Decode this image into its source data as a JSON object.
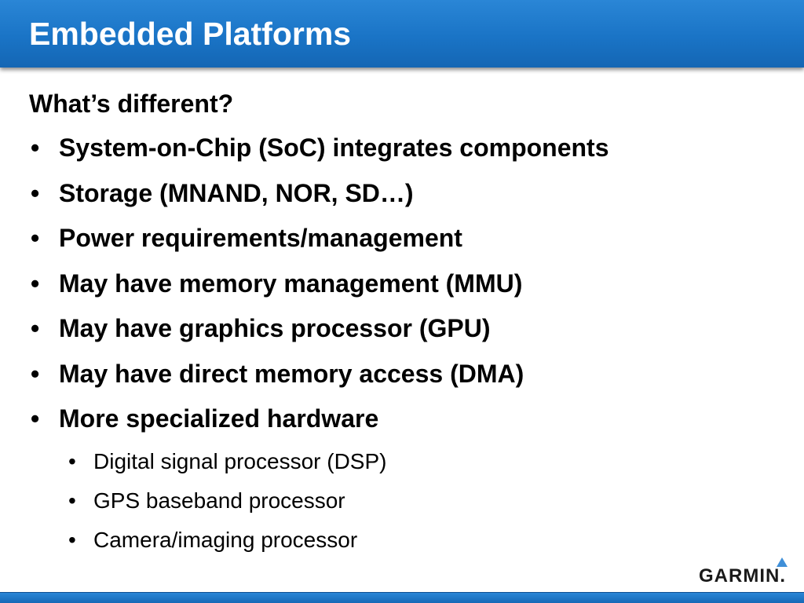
{
  "slide": {
    "title": "Embedded Platforms",
    "subtitle": "What’s different?",
    "bullet_glyph": "•",
    "bullets": [
      "System-on-Chip (SoC) integrates components",
      "Storage (MNAND, NOR, SD…)",
      "Power requirements/management",
      "May have memory management (MMU)",
      "May have graphics processor (GPU)",
      "May have direct memory access (DMA)",
      "More specialized hardware"
    ],
    "sub_bullets": [
      "Digital signal processor (DSP)",
      "GPS baseband processor",
      "Camera/imaging processor"
    ]
  },
  "logo": {
    "text": "GARMIN.",
    "icon": "triangle-icon"
  },
  "colors": {
    "title_bar": "#1a74c6",
    "title_text": "#ffffff",
    "body_text": "#000000",
    "logo_triangle": "#3f8fd8"
  }
}
